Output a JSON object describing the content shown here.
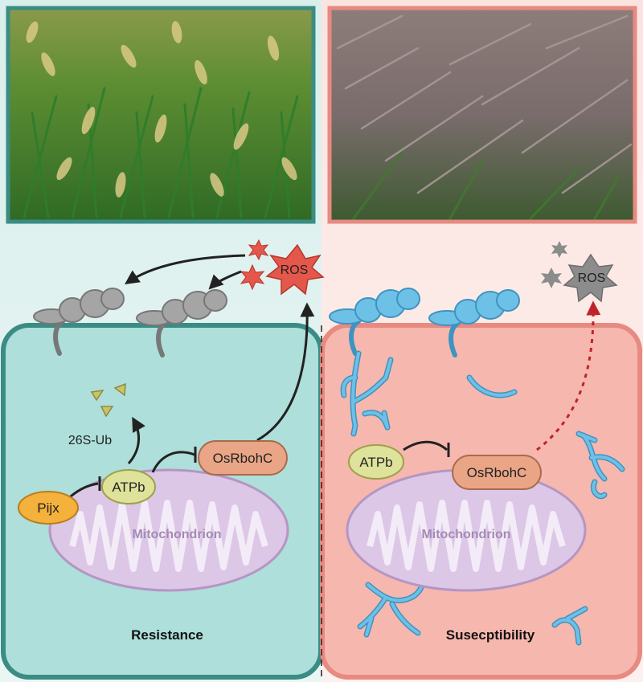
{
  "panels": {
    "left": {
      "outcome_label": "Resistance",
      "photo_subject": "healthy rice field photo"
    },
    "right": {
      "outcome_label": "Susecptibility",
      "photo_subject": "blast-infected rice field photo"
    }
  },
  "labels": {
    "ros_left": "ROS",
    "ros_right": "ROS",
    "ub": "26S-Ub",
    "pijx": "Pijx",
    "atpb_left": "ATPb",
    "atpb_right": "ATPb",
    "osrbohc_left": "OsRbohC",
    "osrbohc_right": "OsRbohC",
    "mito_left": "Mitochondrion",
    "mito_right": "Mitochondrion"
  },
  "colors": {
    "resistance_bg": "#aedfda",
    "resistance_border": "#3a8c84",
    "susceptibility_bg": "#f6b7ae",
    "susceptibility_border": "#e78a82",
    "fungus_active": "#6ec1e6",
    "fungus_inactive": "#9a9a9a",
    "ros_red": "#e4574b",
    "ros_gray": "#8c8c8c",
    "mito_fill": "#dcc7e6",
    "pijx_fill": "#f4b13b",
    "atpb_fill": "#dfe29b",
    "osrbohc_fill": "#e9a586"
  }
}
